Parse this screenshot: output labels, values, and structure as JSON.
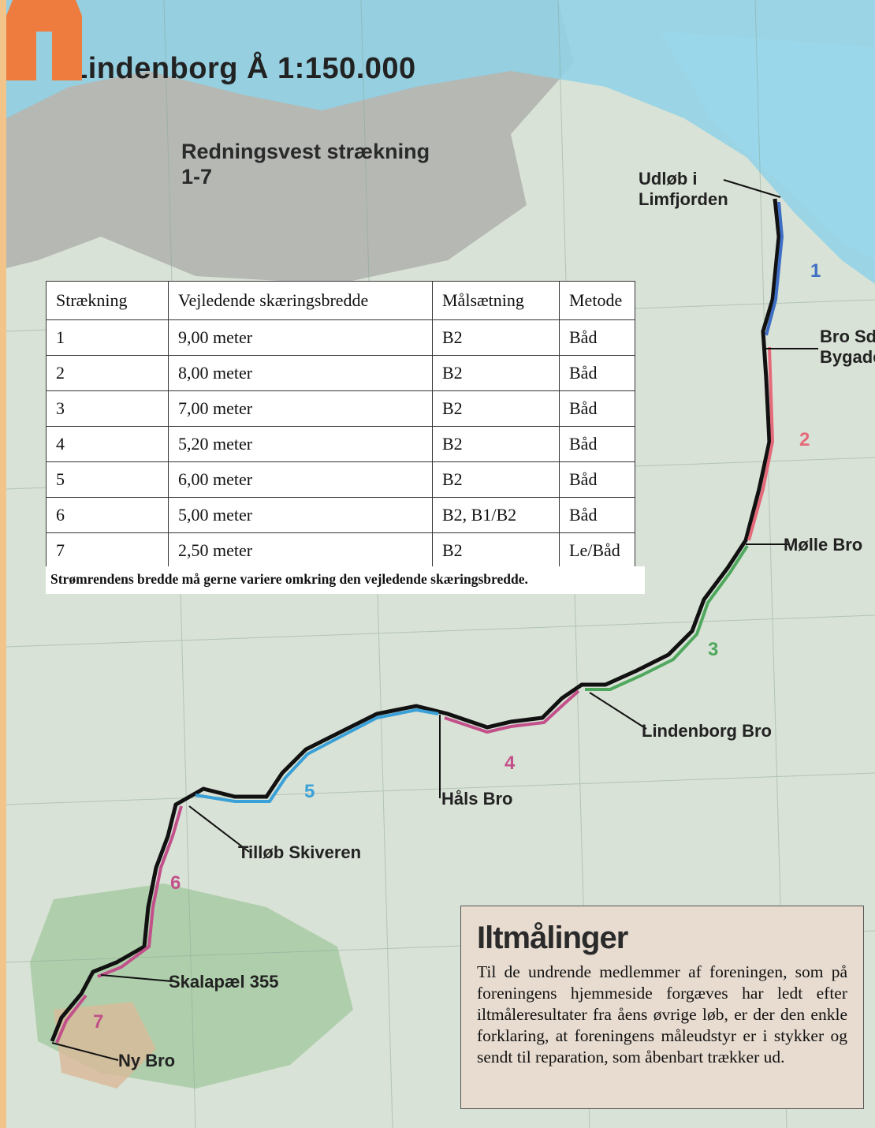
{
  "map": {
    "title": "Lindenborg Å   1:150.000",
    "legend_label_line1": "Redningsvest strækning",
    "legend_label_line2": "1-7",
    "legend_color": "#ee7c3e",
    "places": {
      "udlob": [
        "Udløb i",
        "Limfjorden"
      ],
      "bro_sdr": [
        "Bro Sdr",
        "Bygade"
      ],
      "molle_bro": "Mølle Bro",
      "lindenborg_bro": "Lindenborg Bro",
      "hals_bro": "Håls Bro",
      "tillob": "Tilløb Skiveren",
      "skalapael": "Skalapæl 355",
      "ny_bro": "Ny Bro"
    },
    "section_numbers": [
      "1",
      "2",
      "3",
      "4",
      "5",
      "6",
      "7"
    ],
    "section_colors": {
      "blue": "#3e6fc4",
      "red": "#e46a7a",
      "green": "#4fa85e",
      "cyan": "#3aa0d8",
      "magenta": "#c2508a"
    }
  },
  "table": {
    "headers": [
      "Strækning",
      "Vejledende skæringsbredde",
      "Målsætning",
      "Metode"
    ],
    "rows": [
      [
        "1",
        "9,00 meter",
        "B2",
        "Båd"
      ],
      [
        "2",
        "8,00 meter",
        "B2",
        "Båd"
      ],
      [
        "3",
        "7,00 meter",
        "B2",
        "Båd"
      ],
      [
        "4",
        "5,20 meter",
        "B2",
        "Båd"
      ],
      [
        "5",
        "6,00 meter",
        "B2",
        "Båd"
      ],
      [
        "6",
        "5,00 meter",
        "B2, B1/B2",
        "Båd"
      ],
      [
        "7",
        "2,50 meter",
        "B2",
        "Le/Båd"
      ]
    ],
    "note": "Strømrendens bredde må gerne variere omkring den vejledende skæringsbredde."
  },
  "info": {
    "title": "Iltmålinger",
    "text": "Til de undrende medlemmer af foreningen, som på foreningens hjemmeside forgæves har ledt efter iltmåleresultater fra åens øvrige løb, er der den enkle forklaring, at foreningens måleudstyr er i stykker og sendt til reparation, som åbenbart trækker ud."
  }
}
